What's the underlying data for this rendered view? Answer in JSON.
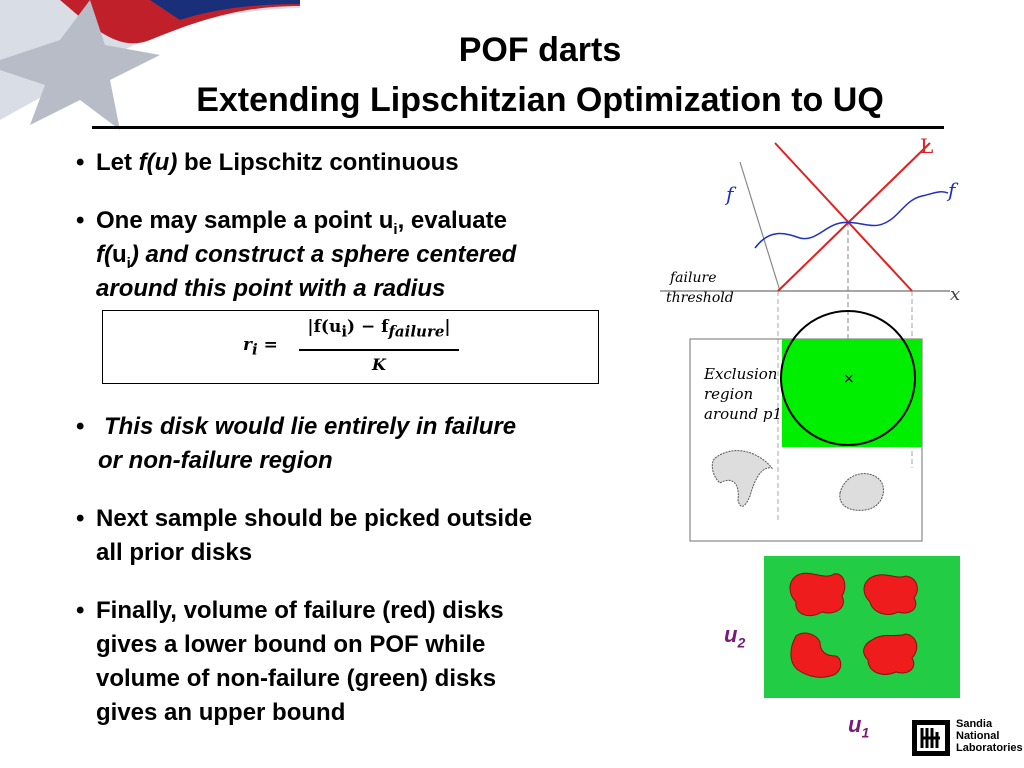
{
  "title": {
    "line1": "POF darts",
    "line2": "Extending Lipschitzian Optimization to UQ"
  },
  "bullets": [
    {
      "pre": "Let ",
      "italic": "f(u)",
      "post": " be Lipschitz continuous"
    },
    {
      "line1_a": "One may sample a point u",
      "line1_sub": "i",
      "line1_b": ", evaluate",
      "line2_a": "f(",
      "line2_b": "u",
      "line2_sub": "i",
      "line2_c": ") and construct a sphere centered",
      "line3": "around this point with a radius"
    },
    {
      "line1": "This disk would lie entirely in failure",
      "line2": "or non-failure region"
    },
    {
      "line1": "Next sample should be picked outside",
      "line2": "all prior disks"
    },
    {
      "line1": "Finally, volume of failure (red) disks",
      "line2": "gives a lower bound on POF while",
      "line3": "volume of non-failure (green) disks",
      "line4": "gives an upper bound"
    }
  ],
  "formula": {
    "lhs": "r",
    "lhs_sub": "i",
    "equals": "=",
    "numerator": "|f(u",
    "num_sub1": "i",
    "numerator_mid": ") − f",
    "num_sub2": "failure",
    "numerator_end": "|",
    "denominator": "K"
  },
  "diagram": {
    "label_L": "L",
    "label_f_left": "f",
    "label_f_right": "f",
    "label_failure": "failure",
    "label_threshold": "threshold",
    "label_x": "x",
    "label_exclusion_1": "Exclusion",
    "label_exclusion_2": "region",
    "label_exclusion_3": "around p1",
    "colors": {
      "lipschitz": "#e02020",
      "function": "#2030c0",
      "disk": "#00ee00"
    }
  },
  "square": {
    "label_u2": "u",
    "label_u2_sub": "2",
    "label_u1": "u",
    "label_u1_sub": "1",
    "colors": {
      "nonfailure": "#22cc44",
      "failure": "#ee1c1c"
    }
  },
  "logo": {
    "line1": "Sandia",
    "line2": "National",
    "line3": "Laboratories"
  }
}
